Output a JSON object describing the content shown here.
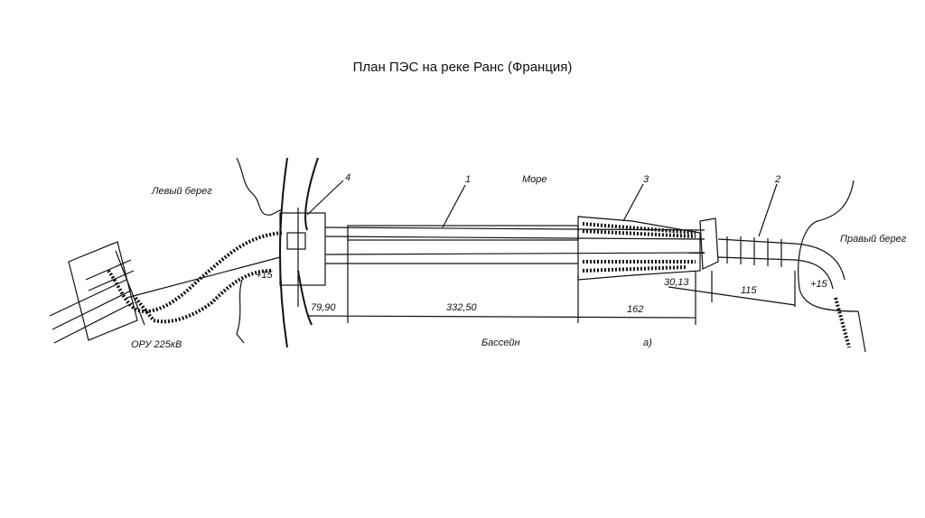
{
  "title": "План ПЭС на реке Ранс (Франция)",
  "labels": {
    "left_bank": "Левый берег",
    "right_bank": "Правый берег",
    "sea": "Море",
    "basin": "Бассейн",
    "substation": "ОРУ 225кВ",
    "figure": "а)"
  },
  "callouts": {
    "n1": "1",
    "n2": "2",
    "n3": "3",
    "n4": "4"
  },
  "elevations": {
    "left": "+15",
    "right": "+15"
  },
  "dimensions": {
    "d1": "79,90",
    "d2": "332,50",
    "d3": "162",
    "d4": "30,13",
    "d5": "115"
  }
}
